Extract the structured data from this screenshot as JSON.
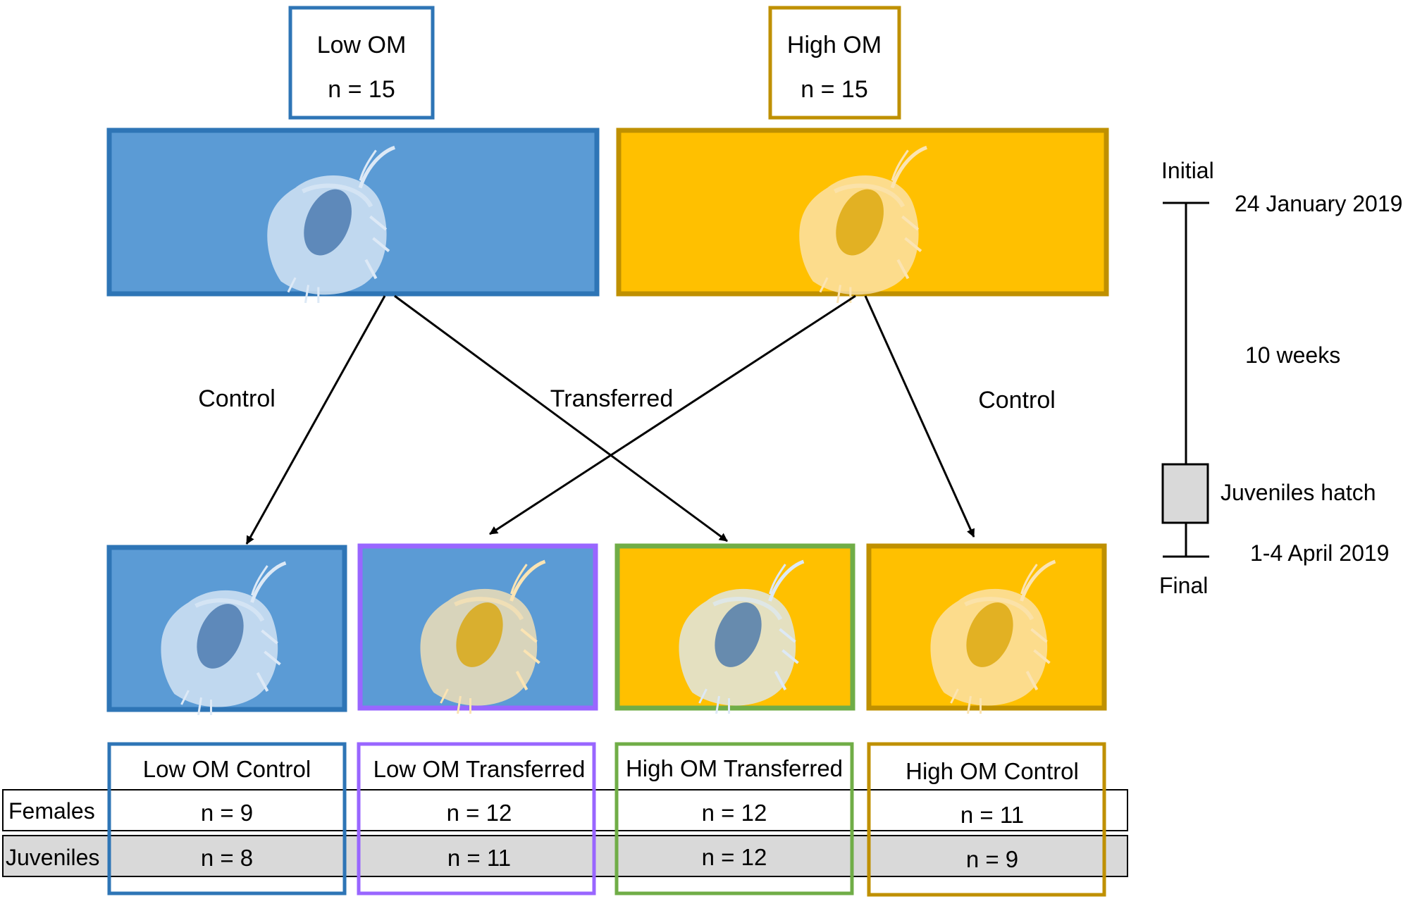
{
  "top_groups": [
    {
      "name": "Low OM",
      "n": "n = 15",
      "accent": "#2e75b6",
      "fill": "#5b9bd5",
      "animal": "blue"
    },
    {
      "name": "High OM",
      "n": "n = 15",
      "accent": "#bf9000",
      "fill": "#ffc000",
      "animal": "gold"
    }
  ],
  "arrow_labels": {
    "left_control": "Control",
    "transferred": "Transferred",
    "right_control": "Control"
  },
  "treatments": [
    {
      "label": "Low OM Control",
      "females": "n = 9",
      "juveniles": "n = 8",
      "border": "#2e75b6",
      "fill": "#5b9bd5",
      "animal": "blue"
    },
    {
      "label": "Low OM Transferred",
      "females": "n = 12",
      "juveniles": "n = 11",
      "border": "#9966ff",
      "fill": "#5b9bd5",
      "animal": "gold"
    },
    {
      "label": "High OM Transferred",
      "females": "n = 12",
      "juveniles": "n = 12",
      "border": "#70ad47",
      "fill": "#ffc000",
      "animal": "blue"
    },
    {
      "label": "High OM Control",
      "females": "n = 11",
      "juveniles": "n = 9",
      "border": "#bf9000",
      "fill": "#ffc000",
      "animal": "gold"
    }
  ],
  "row_labels": {
    "females": "Females",
    "juveniles": "Juveniles"
  },
  "timeline": {
    "initial": "Initial",
    "start_date": "24 January 2019",
    "duration": "10 weeks",
    "hatch": "Juveniles hatch",
    "end_date": "1-4 April 2019",
    "final": "Final"
  },
  "colors": {
    "row_shade": "#d9d9d9",
    "hatch_box": "#d9d9d9"
  }
}
